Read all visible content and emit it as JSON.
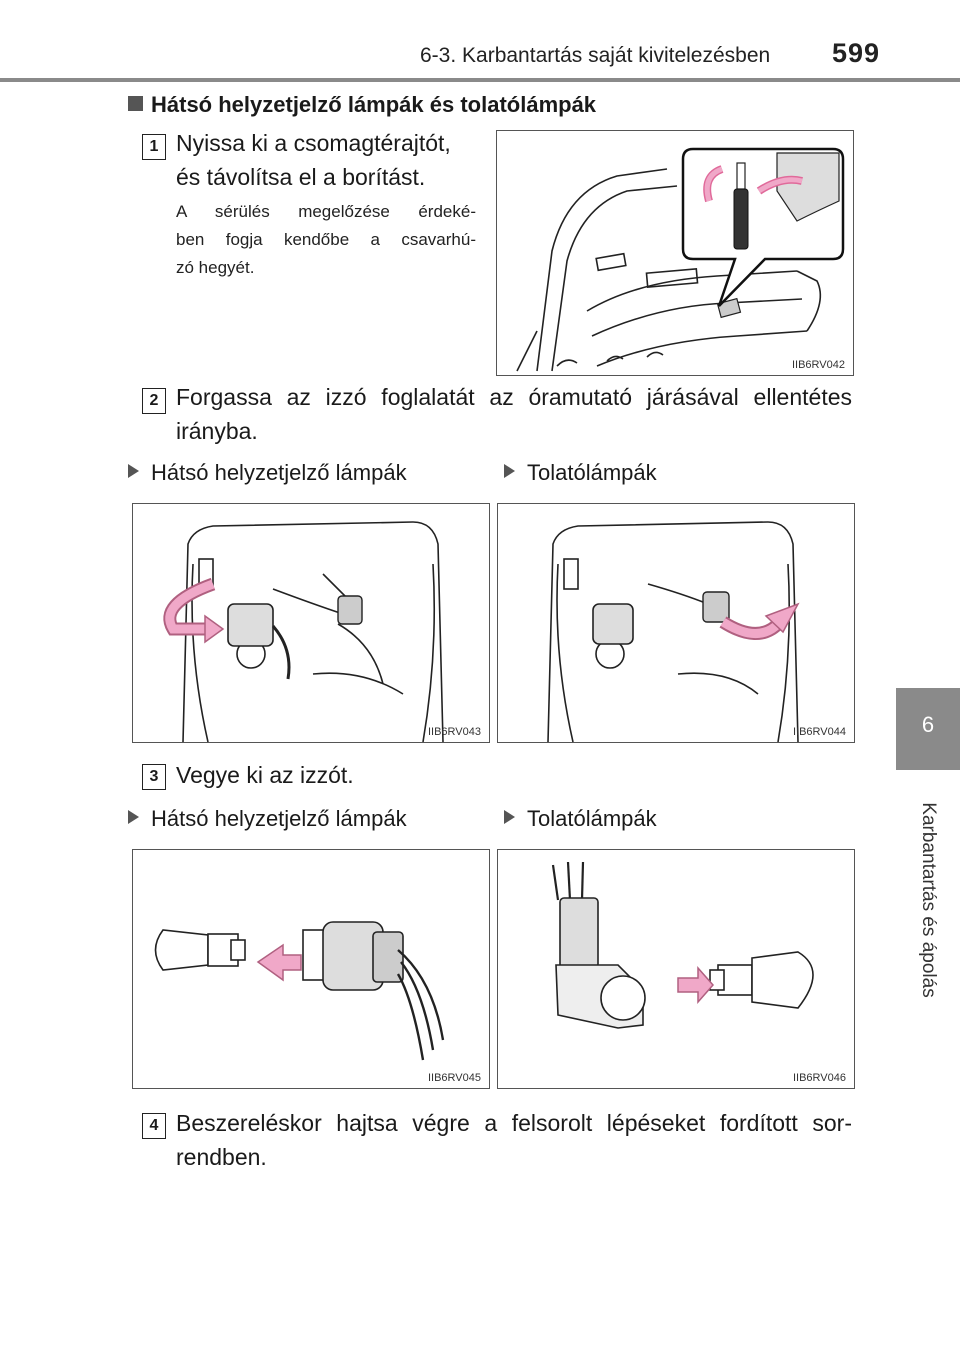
{
  "header": {
    "title": "6-3. Karbantartás saját kivitelezésben",
    "page_number": "599"
  },
  "side_tab": {
    "number": "6",
    "label": "Karbantartás és ápolás"
  },
  "section": {
    "title": "Hátsó helyzetjelző lámpák és tolatólámpák"
  },
  "steps": [
    {
      "number": "1",
      "line1": "Nyissa ki a csomagtérajtót,",
      "line2": "és távolítsa el a borítást.",
      "note_lines": [
        "A sérülés megelőzése érdeké-",
        "ben fogja kendőbe a csavarhú-",
        "zó hegyét."
      ]
    },
    {
      "number": "2",
      "line1": "Forgassa az izzó foglalatát az óramutató járásával ellentétes",
      "line2": "irányba."
    },
    {
      "number": "3",
      "text": "Vegye ki az izzót."
    },
    {
      "number": "4",
      "line1": "Beszereléskor hajtsa végre a felsorolt lépéseket fordított sor-",
      "line2": "rendben."
    }
  ],
  "sublabels": {
    "rear_position": "Hátsó helyzetjelző lámpák",
    "reverse": "Tolatólámpák"
  },
  "figures": [
    "IIB6RV042",
    "IIB6RV043",
    "IIB6RV044",
    "IIB6RV045",
    "IIB6RV046"
  ],
  "colors": {
    "accent_gray": "#8a8a8a",
    "arrow_pink": "#f0a8c8"
  }
}
